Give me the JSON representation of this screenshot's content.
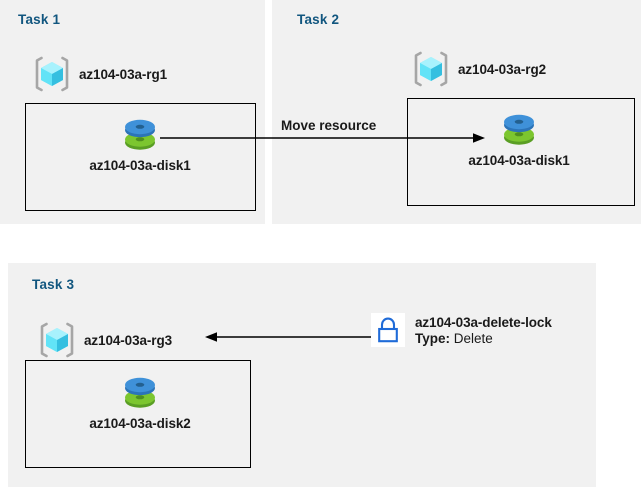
{
  "colors": {
    "panel_background": "#f1f1f1",
    "page_background": "#ffffff",
    "task_title": "#11567f",
    "box_border": "#000000",
    "arrow": "#000000",
    "text": "#1a1a1a",
    "lock_blue": "#1f6bd8",
    "disk_blue": "#3f91d9",
    "disk_green": "#73b82e",
    "rg_cube_cyan": "#62e3f7",
    "rg_bracket_gray": "#a6a6a6"
  },
  "tasks": [
    {
      "title": "Task 1",
      "resource_group": {
        "icon": "resource-group-icon",
        "label": "az104-03a-rg1"
      },
      "resources": [
        {
          "icon": "managed-disk-icon",
          "label": "az104-03a-disk1"
        }
      ]
    },
    {
      "title": "Task 2",
      "resource_group": {
        "icon": "resource-group-icon",
        "label": "az104-03a-rg2"
      },
      "resources": [
        {
          "icon": "managed-disk-icon",
          "label": "az104-03a-disk1"
        }
      ]
    },
    {
      "title": "Task 3",
      "resource_group": {
        "icon": "resource-group-icon",
        "label": "az104-03a-rg3"
      },
      "resources": [
        {
          "icon": "managed-disk-icon",
          "label": "az104-03a-disk2"
        }
      ]
    }
  ],
  "arrows": {
    "move": {
      "caption": "Move resource",
      "direction": "right"
    },
    "lock": {
      "caption": "",
      "direction": "left"
    }
  },
  "lock": {
    "icon": "padlock-icon",
    "name": "az104-03a-delete-lock",
    "type_label": "Type:",
    "type_value": "Delete"
  }
}
